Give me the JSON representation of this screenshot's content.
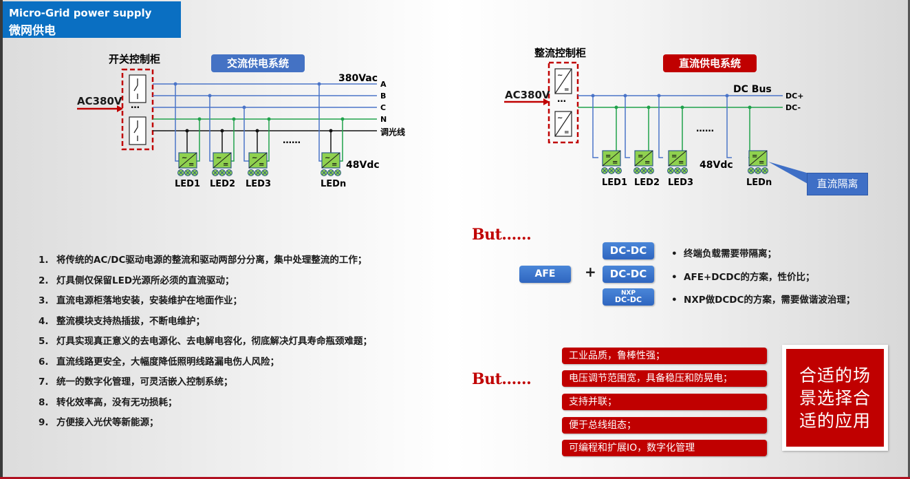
{
  "header": {
    "title_en": "Micro-Grid power supply",
    "title_cn": "微网供电"
  },
  "ac_system": {
    "cabinet_label": "开关控制柜",
    "system_badge": "交流供电系统",
    "input_label": "AC380V",
    "voltage_label": "380Vac",
    "lines": [
      "A",
      "B",
      "C",
      "N",
      "调光线"
    ],
    "output_voltage": "48Vdc",
    "leds": [
      "LED1",
      "LED2",
      "LED3",
      "LEDn"
    ],
    "ellipsis": "……",
    "cabinet_ellipsis": "…",
    "colors": {
      "phase": "#4a74c8",
      "neutral": "#1fa24a",
      "dim": "#111111",
      "badge": "#4472c4"
    }
  },
  "dc_system": {
    "cabinet_label": "整流控制柜",
    "system_badge": "直流供电系统",
    "input_label": "AC380V",
    "bus_label": "DC Bus",
    "lines": [
      "DC+",
      "DC-"
    ],
    "output_voltage": "48Vdc",
    "leds": [
      "LED1",
      "LED2",
      "LED3",
      "LEDn"
    ],
    "ellipsis": "……",
    "cabinet_ellipsis": "…",
    "callout": "直流隔离",
    "colors": {
      "badge": "#c00000",
      "callout": "#3f6fc6"
    }
  },
  "benefits": [
    {
      "num": "1.",
      "text": "将传统的AC/DC驱动电源的整流和驱动两部分分离，集中处理整流的工作；"
    },
    {
      "num": "2.",
      "text": "灯具侧仅保留LED光源所必须的直流驱动；"
    },
    {
      "num": "3.",
      "text": "直流电源柜落地安装，安装维护在地面作业；"
    },
    {
      "num": "4.",
      "text": "整流模块支持热插拔，不断电维护；"
    },
    {
      "num": "5.",
      "text": "灯具实现真正意义的去电源化、去电解电容化，彻底解决灯具寿命瓶颈难题；"
    },
    {
      "num": "6.",
      "text": "直流线路更安全，大幅度降低照明线路漏电伤人风险；"
    },
    {
      "num": "7.",
      "text": "统一的数字化管理，可灵活嵌入控制系统；"
    },
    {
      "num": "8.",
      "text": "转化效率高，没有无功损耗；"
    },
    {
      "num": "9.",
      "text": "方便接入光伏等新能源；"
    }
  ],
  "but1": {
    "label": "But……",
    "afe": "AFE",
    "plus": "+",
    "boxes": [
      {
        "top": "",
        "label": "DC-DC",
        "note": "终端负载需要带隔离；"
      },
      {
        "top": "",
        "label": "DC-DC",
        "note": "AFE+DCDC的方案，性价比；"
      },
      {
        "top": "NXP",
        "label": "DC-DC",
        "note": "NXP做DCDC的方案，需要做谐波治理；"
      }
    ],
    "bullet": "•"
  },
  "but2": {
    "label": "But……",
    "items": [
      "工业品质，鲁棒性强；",
      "电压调节范围宽，具备稳压和防晃电；",
      "支持并联；",
      "便于总线组态；",
      "可编程和扩展IO，数字化管理"
    ],
    "conclusion": [
      "合适的场",
      "景选择合",
      "适的应用"
    ]
  }
}
